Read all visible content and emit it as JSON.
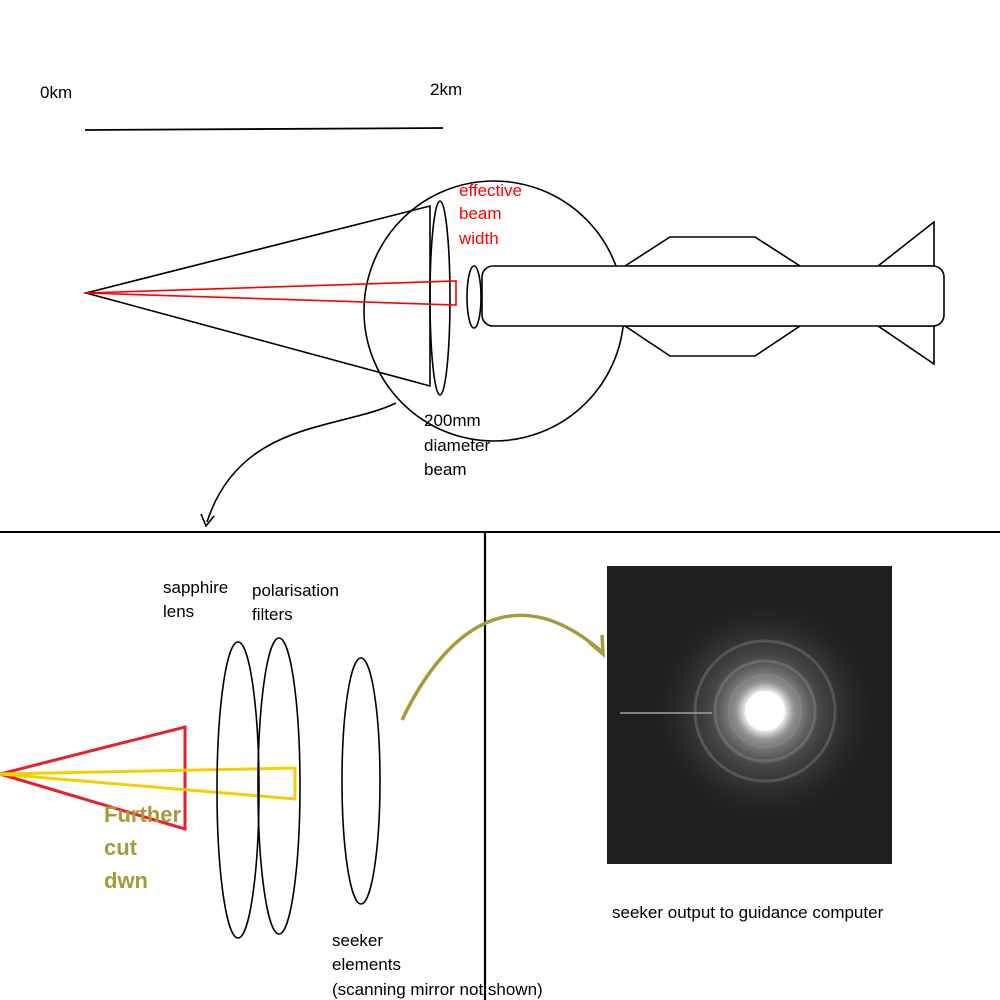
{
  "scale": {
    "start_label": "0km",
    "end_label": "2km"
  },
  "labels": {
    "effective_beam": [
      "effective",
      "beam",
      "width"
    ],
    "beam_diameter": [
      "200mm",
      "diameter",
      "beam"
    ],
    "sapphire_lens": [
      "sapphire",
      "lens"
    ],
    "polarisation_filters": [
      "polarisation",
      "filters"
    ],
    "further_cut": [
      "Further",
      "cut",
      "dwn"
    ],
    "seeker_elements": [
      "seeker",
      "elements",
      "(scanning mirror not shown)"
    ],
    "seeker_output": "seeker output to guidance computer"
  },
  "colors": {
    "stroke": "#000000",
    "red_beam": "#ff0000",
    "red_cone": "#e8202a",
    "yellow_beam": "#f5d000",
    "olive": "#a89a3a",
    "sensor_background": "#1e1e1e"
  }
}
